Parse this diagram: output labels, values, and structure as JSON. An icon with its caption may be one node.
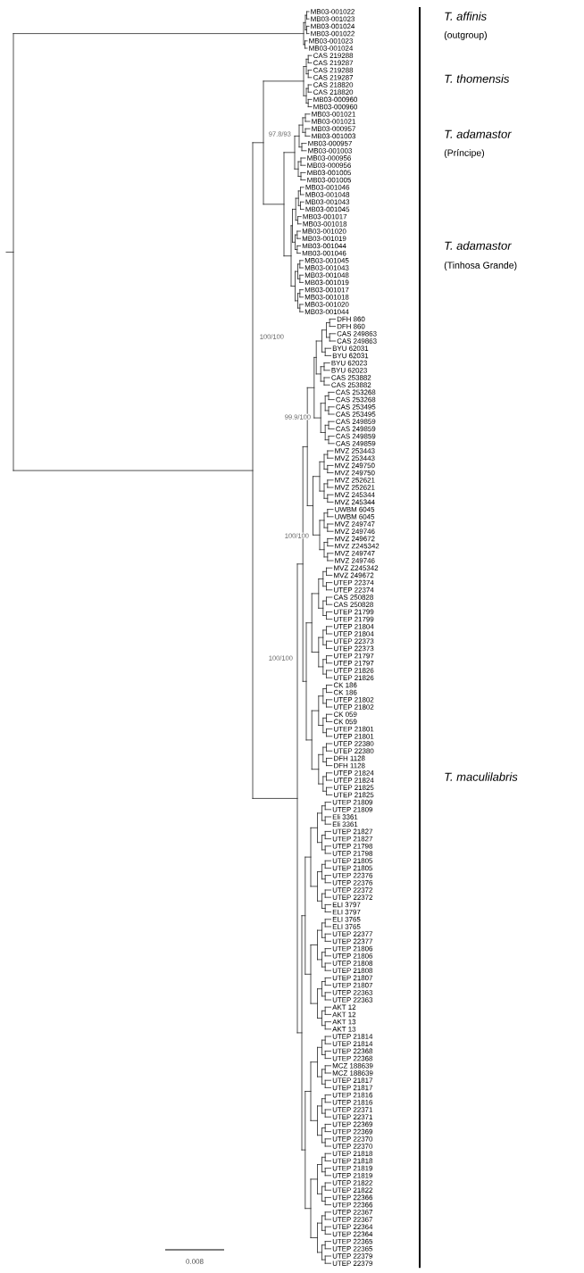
{
  "diagram": {
    "labels": [
      "MB03-001022",
      "MB03-001023",
      "MB03-001024",
      "MB03-001022",
      "MB03-001023",
      "MB03-001024",
      "CAS 219288",
      "CAS 219287",
      "CAS 219288",
      "CAS 219287",
      "CAS 218820",
      "CAS 218820",
      "MB03-000960",
      "MB03-000960",
      "MB03-001021",
      "MB03-001021",
      "MB03-000957",
      "MB03-001003",
      "MB03-000957",
      "MB03-001003",
      "MB03-000956",
      "MB03-000956",
      "MB03-001005",
      "MB03-001005",
      "MB03-001046",
      "MB03-001048",
      "MB03-001043",
      "MB03-001045",
      "MB03-001017",
      "MB03-001018",
      "MB03-001020",
      "MB03-001019",
      "MB03-001044",
      "MB03-001046",
      "MB03-001045",
      "MB03-001043",
      "MB03-001048",
      "MB03-001019",
      "MB03-001017",
      "MB03-001018",
      "MB03-001020",
      "MB03-001044",
      "DFH 860",
      "DFH 860",
      "CAS 249863",
      "CAS 249863",
      "BYU 62031",
      "BYU 62031",
      "BYU 62023",
      "BYU 62023",
      "CAS 253882",
      "CAS 253882",
      "CAS 253268",
      "CAS 253268",
      "CAS 253495",
      "CAS 253495",
      "CAS 249859",
      "CAS 249859",
      "CAS 249859",
      "CAS 249859",
      "MVZ 253443",
      "MVZ 253443",
      "MVZ 249750",
      "MVZ 249750",
      "MVZ 252621",
      "MVZ 252621",
      "MVZ 245344",
      "MVZ 245344",
      "UWBM 6045",
      "UWBM 6045",
      "MVZ 249747",
      "MVZ 249746",
      "MVZ 249672",
      "MVZ Z245342",
      "MVZ 249747",
      "MVZ 249746",
      "MVZ Z245342",
      "MVZ 249672",
      "UTEP 22374",
      "UTEP 22374",
      "CAS 250828",
      "CAS 250828",
      "UTEP 21799",
      "UTEP 21799",
      "UTEP 21804",
      "UTEP 21804",
      "UTEP 22373",
      "UTEP 22373",
      "UTEP 21797",
      "UTEP 21797",
      "UTEP 21826",
      "UTEP 21826",
      "CK 186",
      "CK 186",
      "UTEP 21802",
      "UTEP 21802",
      "CK 059",
      "CK 059",
      "UTEP 21801",
      "UTEP 21801",
      "UTEP 22380",
      "UTEP 22380",
      "DFH 1128",
      "DFH 1128",
      "UTEP 21824",
      "UTEP 21824",
      "UTEP 21825",
      "UTEP 21825",
      "UTEP 21809",
      "UTEP 21809",
      "Eli 3361",
      "Eli 3361",
      "UTEP 21827",
      "UTEP 21827",
      "UTEP 21798",
      "UTEP 21798",
      "UTEP 21805",
      "UTEP 21805",
      "UTEP 22376",
      "UTEP 22376",
      "UTEP 22372",
      "UTEP 22372",
      "ELI 3797",
      "ELI 3797",
      "ELI 3765",
      "ELI 3765",
      "UTEP 22377",
      "UTEP 22377",
      "UTEP 21806",
      "UTEP 21806",
      "UTEP 21808",
      "UTEP 21808",
      "UTEP 21807",
      "UTEP 21807",
      "UTEP 22363",
      "UTEP 22363",
      "AKT 12",
      "AKT 12",
      "AKT 13",
      "AKT 13",
      "UTEP 21814",
      "UTEP 21814",
      "UTEP 22368",
      "UTEP 22368",
      "MCZ 188639",
      "MCZ 188639",
      "UTEP 21817",
      "UTEP 21817",
      "UTEP 21816",
      "UTEP 21816",
      "UTEP 22371",
      "UTEP 22371",
      "UTEP 22369",
      "UTEP 22369",
      "UTEP 22370",
      "UTEP 22370",
      "UTEP 21818",
      "UTEP 21818",
      "UTEP 21819",
      "UTEP 21819",
      "UTEP 21822",
      "UTEP 21822",
      "UTEP 22366",
      "UTEP 22366",
      "UTEP 22367",
      "UTEP 22367",
      "UTEP 22364",
      "UTEP 22364",
      "UTEP 22365",
      "UTEP 22365",
      "UTEP 22379",
      "UTEP 22379",
      "97.8/93",
      "100/100",
      "99.9/100",
      "100/100",
      "100/100",
      "T. affinis",
      "(outgroup)",
      "T. thomensis",
      "T. adamastor",
      "(Príncipe)",
      "T. adamastor",
      "(Tinhosa Grande)",
      "T. maculilabris",
      "0.008"
    ]
  }
}
